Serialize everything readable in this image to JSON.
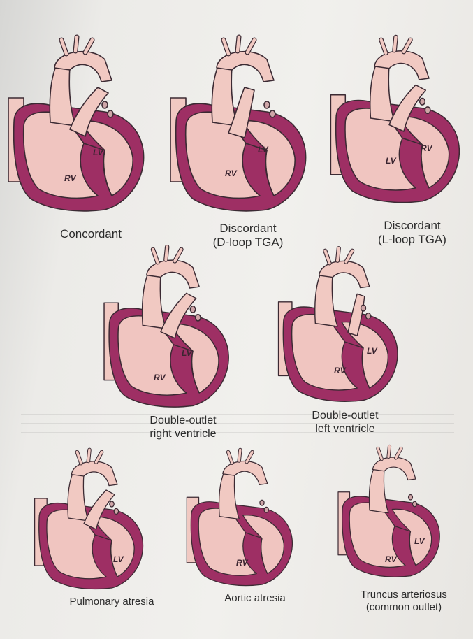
{
  "panels": [
    {
      "caption": [
        "Concordant"
      ],
      "rv": "RV",
      "lv": "LV"
    },
    {
      "caption": [
        "Discordant",
        "(D-loop TGA)"
      ],
      "rv": "RV",
      "lv": "LV"
    },
    {
      "caption": [
        "Discordant",
        "(L-loop TGA)"
      ],
      "rv": "RV",
      "lv": "LV"
    },
    {
      "caption": [
        "Double-outlet",
        "right ventricle"
      ],
      "rv": "RV",
      "lv": "LV"
    },
    {
      "caption": [
        "Double-outlet",
        "left ventricle"
      ],
      "rv": "RV",
      "lv": "LV"
    },
    {
      "caption": [
        "Pulmonary atresia"
      ],
      "rv": "",
      "lv": "LV"
    },
    {
      "caption": [
        "Aortic atresia"
      ],
      "rv": "RV",
      "lv": ""
    },
    {
      "caption": [
        "Truncus arteriosus",
        "(common outlet)"
      ],
      "rv": "RV",
      "lv": "LV"
    }
  ],
  "colors": {
    "myocardium": "#9e2f64",
    "chamber": "#f0c5c0",
    "outline": "#3b2a33",
    "vessel": "#f1c9c2"
  }
}
